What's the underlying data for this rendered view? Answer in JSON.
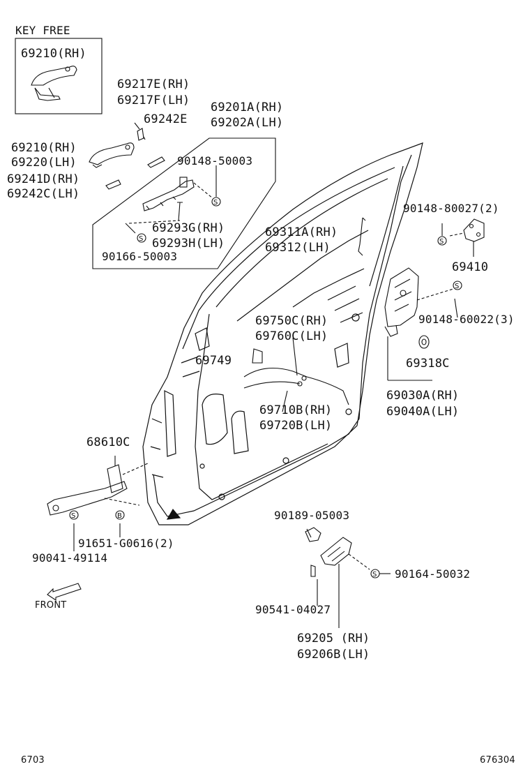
{
  "section_title": "KEY FREE",
  "labels": {
    "p69210_rh_keyfree": "69210(RH)",
    "p69217": "69217E(RH)",
    "p69217f": "69217F(LH)",
    "p69242e": "69242E",
    "p69201": "69201A(RH)",
    "p69202": "69202A(LH)",
    "p69210": "69210(RH)",
    "p69220": "69220(LH)",
    "p69241": "69241D(RH)",
    "p69242c": "69242C(LH)",
    "p90148_50003": "90148-50003",
    "p69293g": "69293G(RH)",
    "p69293h": "69293H(LH)",
    "p90166": "90166-50003",
    "p69311": "69311A(RH)",
    "p69312": "69312(LH)",
    "p90148_80027": "90148-80027(2)",
    "p69410": "69410",
    "p90148_60022": "90148-60022(3)",
    "p69318": "69318C",
    "p69030": "69030A(RH)",
    "p69040": "69040A(LH)",
    "p69750": "69750C(RH)",
    "p69760": "69760C(LH)",
    "p69749": "69749",
    "p69710": "69710B(RH)",
    "p69720": "69720B(LH)",
    "p68610": "68610C",
    "p91651": "91651-G0616(2)",
    "p90041": "90041-49114",
    "p90189": "90189-05003",
    "p90164": "90164-50032",
    "p90541": "90541-04027",
    "p69205": "69205 (RH)",
    "p69206": "69206B(LH)",
    "front": "FRONT",
    "page_left": "6703",
    "page_right": "676304"
  },
  "symbols": {
    "s": "S",
    "b": "B"
  }
}
